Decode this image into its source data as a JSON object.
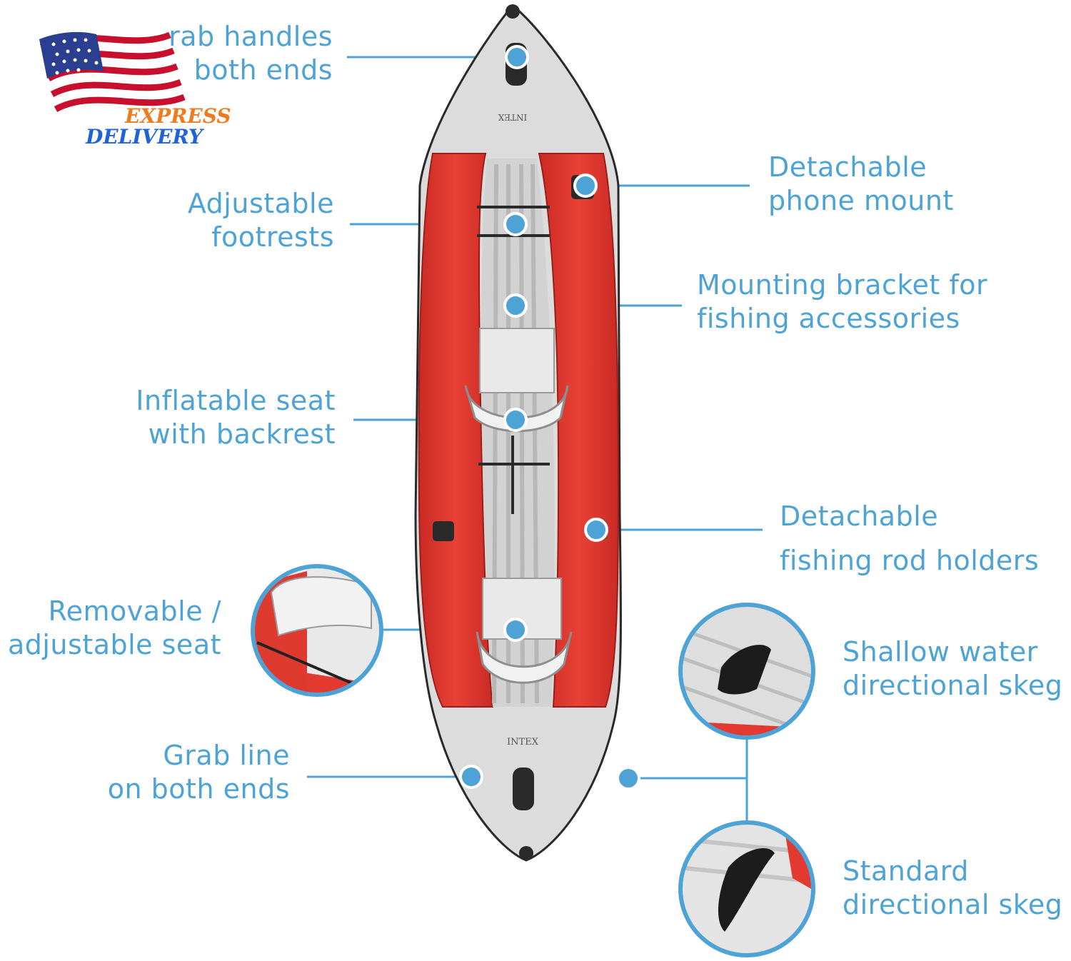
{
  "badge": {
    "line1": "EXPRESS",
    "line2": "DELIVERY",
    "line1_color": "#f07a1e",
    "line2_color": "#1f63d8"
  },
  "product_marks": {
    "brand_top": "INTEX",
    "brand_bottom": "INTEX"
  },
  "callouts": {
    "grab_handles": [
      "rab handles",
      "both ends"
    ],
    "phone_mount": [
      "Detachable",
      "phone mount"
    ],
    "footrests": [
      "Adjustable",
      "footrests"
    ],
    "mounting_bracket": [
      "Mounting bracket for",
      "fishing accessories"
    ],
    "inflatable_seat": [
      "Inflatable seat",
      "with backrest"
    ],
    "rod_holders": [
      "Detachable",
      "fishing rod holders"
    ],
    "removable_seat": [
      "Removable /",
      "adjustable seat"
    ],
    "shallow_skeg": [
      "Shallow water",
      "directional skeg"
    ],
    "grab_line": [
      "Grab line",
      "on both ends"
    ],
    "standard_skeg": [
      "Standard",
      "directional skeg"
    ]
  },
  "colors": {
    "accent": "#4ea3d6",
    "hull_red": "#e23a30",
    "hull_gray": "#e4e4e4",
    "fin_black": "#1c1c1c"
  }
}
